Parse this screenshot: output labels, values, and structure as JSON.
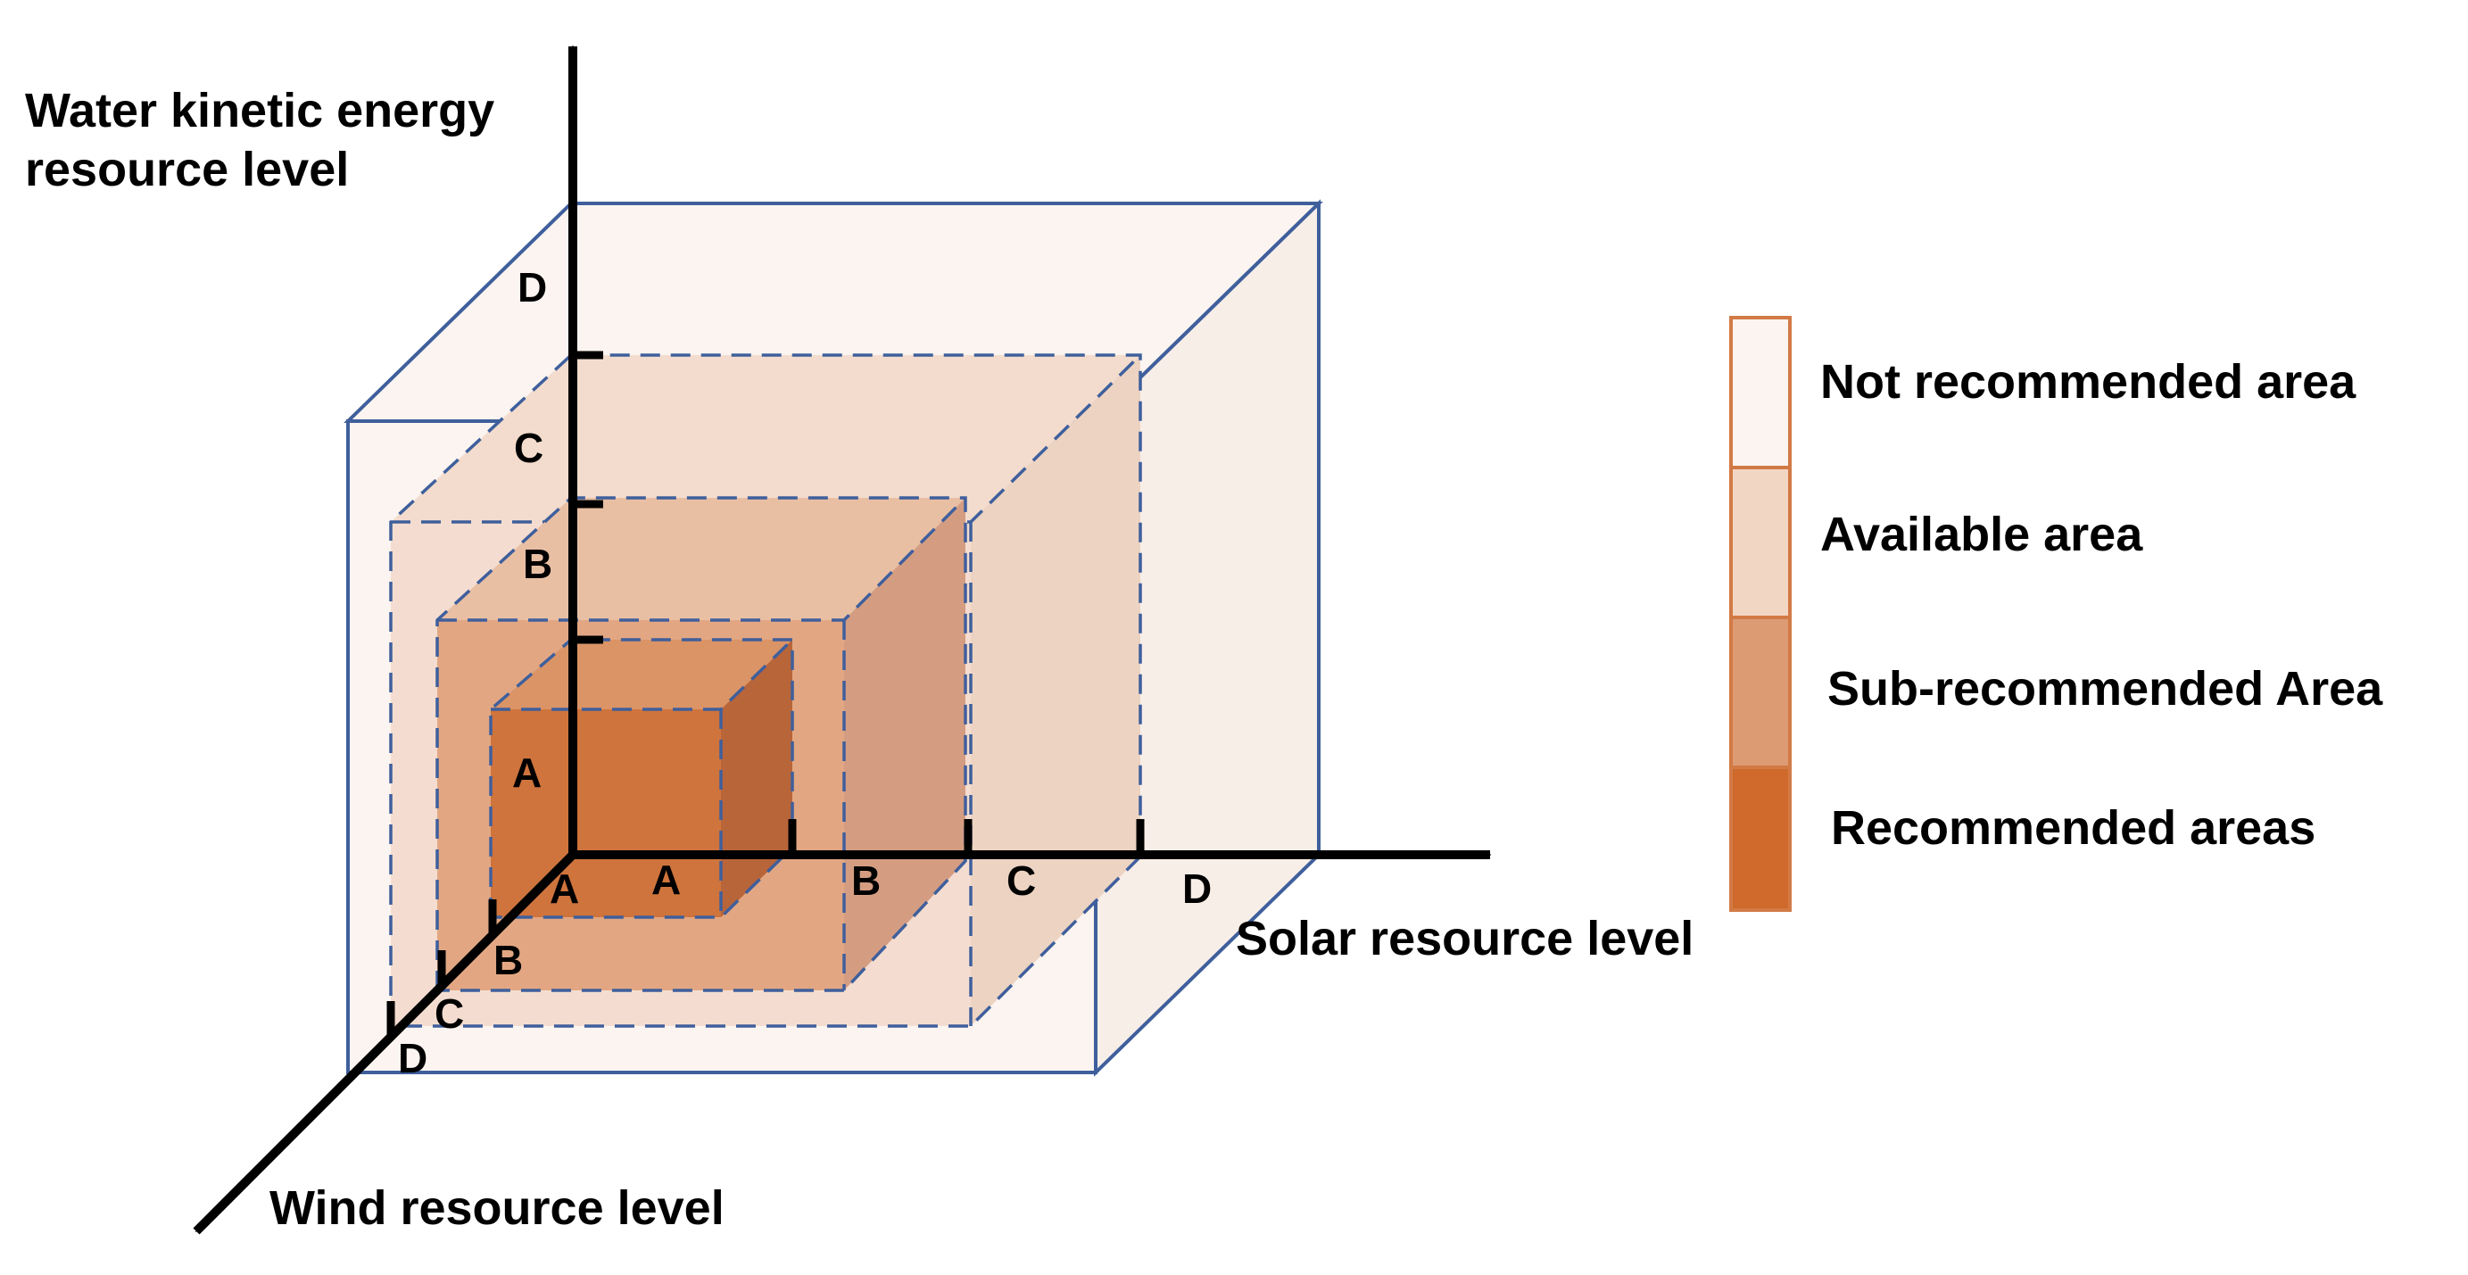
{
  "axes": {
    "water": {
      "title_line1": "Water kinetic energy",
      "title_line2": "resource level",
      "ticks": [
        "A",
        "B",
        "C",
        "D"
      ]
    },
    "solar": {
      "title": "Solar resource level",
      "ticks": [
        "A",
        "B",
        "C",
        "D"
      ]
    },
    "wind": {
      "title": "Wind resource level",
      "ticks": [
        "A",
        "B",
        "C",
        "D"
      ]
    }
  },
  "legend": [
    {
      "label": "Not recommended area",
      "color": "#fbf4f0"
    },
    {
      "label": "Available area",
      "color": "#f2d6c4"
    },
    {
      "label": "Sub-recommended Area",
      "color": "#dd9b74"
    },
    {
      "label": "Recommended areas",
      "color": "#cf6a2c"
    }
  ],
  "colors": {
    "outline": "#3f5f9c",
    "legend_border": "#d27a45",
    "axis": "#000000"
  }
}
